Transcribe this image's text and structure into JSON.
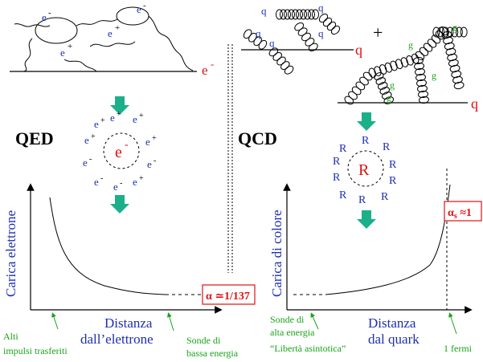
{
  "colors": {
    "blue": "#1f2fb0",
    "red": "#e01010",
    "green": "#19a319",
    "arrow": "#1bb08a"
  },
  "left": {
    "theory": "QED",
    "electron_label": "e",
    "electron_minus": "-",
    "loop_labels": {
      "e": "e",
      "minus": "-",
      "plus": "+"
    },
    "cloud_e": "e",
    "cloud_plus": "+",
    "cloud_minus": "-",
    "center_e": "e",
    "center_minus": "-",
    "ylabel": "Carica elettrone",
    "xlabel_1": "Distanza",
    "xlabel_2": "dall’elettrone",
    "alpha_box": "α ≃1/137",
    "note_left_1": "Alti",
    "note_left_2": "impulsi trasferiti",
    "note_right_1": "Sonde di",
    "note_right_2": "bassa energia"
  },
  "right": {
    "theory": "QCD",
    "quark_q": "q",
    "plus_sign": "+",
    "gluon_g": "g",
    "center_R": "R",
    "cloud_R": "R",
    "ylabel": "Carica di colore",
    "xlabel_1": "Distanza",
    "xlabel_2": "dal quark",
    "alpha_box": "αs ≈1",
    "alpha_main": "α",
    "alpha_sub": "s",
    "alpha_rest": " ≈1",
    "note_left_1": "Sonde di",
    "note_left_2": "alta energia",
    "note_left_3": "“Libertà asintotica”",
    "note_right": "1 fermi"
  }
}
